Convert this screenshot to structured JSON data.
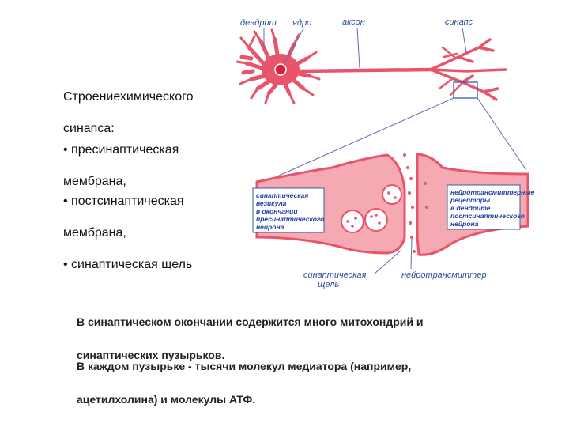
{
  "side_text": {
    "title_line1": "Строениехимического",
    "title_line2": "синапса:",
    "item1_line1": "• пресинаптическая",
    "item1_line2": "мембрана,",
    "item2_line1": "• постсинаптическая",
    "item2_line2": "мембрана,",
    "item3": "• синаптическая щель"
  },
  "diagram": {
    "label_dendrite": "дендрит",
    "label_nucleus": "ядро",
    "label_axon": "аксон",
    "label_synapse": "синапс",
    "box_left": [
      "синаптическая",
      "везикула",
      "в окончании",
      "пресинаптического",
      "нейрона"
    ],
    "box_right": [
      "нейротрансмиттерные",
      "рецепторы",
      "в дендрите",
      "постсинаптического",
      "нейрона"
    ],
    "label_cleft_line1": "синаптическая",
    "label_cleft_line2": "щель",
    "label_neurotransmitter": "нейротрансмиттер"
  },
  "bottom_text": {
    "para1_line1": "В синаптическом окончании содержится много митохондрий и",
    "para1_line2": "синаптических пузырьков.",
    "para2_line1": "В каждом пузырьке - тысячи молекул медиатора (например,",
    "para2_line2": "ацетилхолина)  и молекулы АТФ."
  },
  "colors": {
    "neuron_red": "#e8556a",
    "neuron_pink": "#f7b8c0",
    "label_blue": "#2a4a9c",
    "box_blue": "#1f3f9a",
    "pointer_line": "#5a6fb0"
  }
}
